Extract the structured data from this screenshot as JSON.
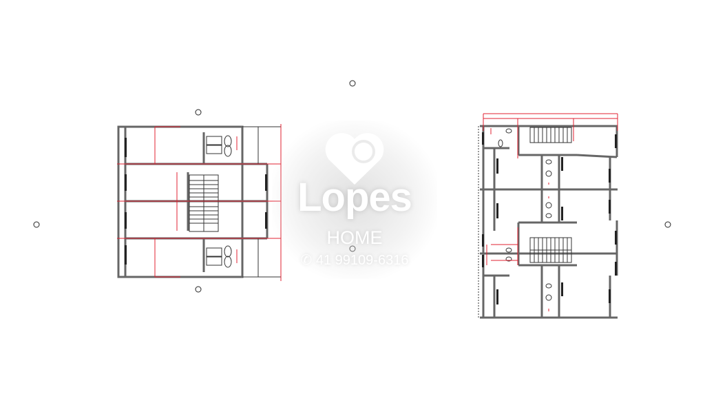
{
  "watermark": {
    "brand": "Lopes",
    "subtitle": "HOME",
    "phone": "41 99109-6316",
    "phone_icon": "whatsapp-icon",
    "logo_icon": "heart-icon"
  },
  "colors": {
    "wall": "#666666",
    "dimension": "#e02030",
    "line": "#222222"
  }
}
